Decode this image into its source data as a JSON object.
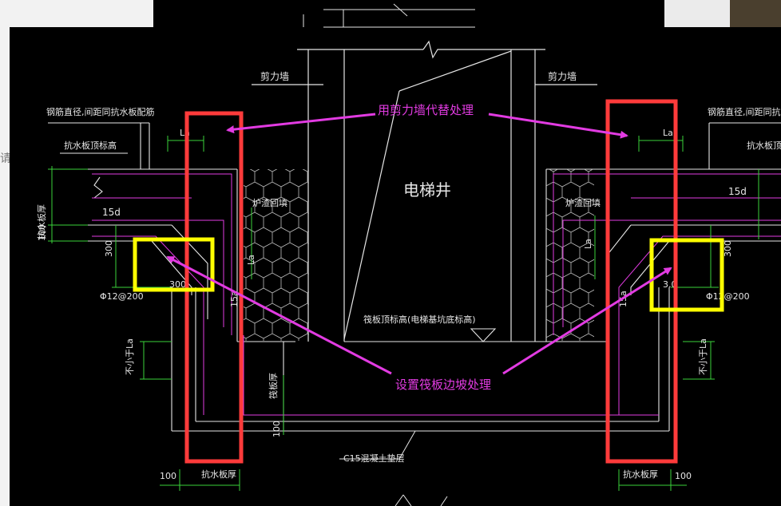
{
  "diagram": {
    "labels": {
      "elevator_shaft": "电梯井",
      "shear_wall": "剪力墙",
      "rebar_note": "钢筋直径,间距同抗水板配筋",
      "anti_water_top": "抗水板顶标高",
      "anti_water_thick_vertical": "抗水板厚",
      "anti_water_thick": "抗水板厚",
      "slag_fill": "炉渣回填",
      "raft_thick": "筏板厚",
      "raft_top_elev": "筏板顶标高(电梯基坑底标高)",
      "not_less_than": "不小于La",
      "cushion": "C15混凝土垫层",
      "rebar_spec": "Φ12@200",
      "dim_15d": "15d",
      "dim_100": "100",
      "dim_300": "300",
      "dim_La": "La",
      "dim_15a": "15a",
      "dim_30": "3.0"
    },
    "annotations": {
      "replace_with_shear_wall": "用剪力墙代替处理",
      "raft_slope": "设置筏板边坡处理"
    },
    "colors": {
      "background": "#000000",
      "lines": "#ffffff",
      "dimensions": "#3ad23a",
      "rebar": "#e23be2",
      "highlight_red": "#ff3b3b",
      "highlight_yellow": "#ffff00",
      "annotation": "#e23be2"
    }
  }
}
